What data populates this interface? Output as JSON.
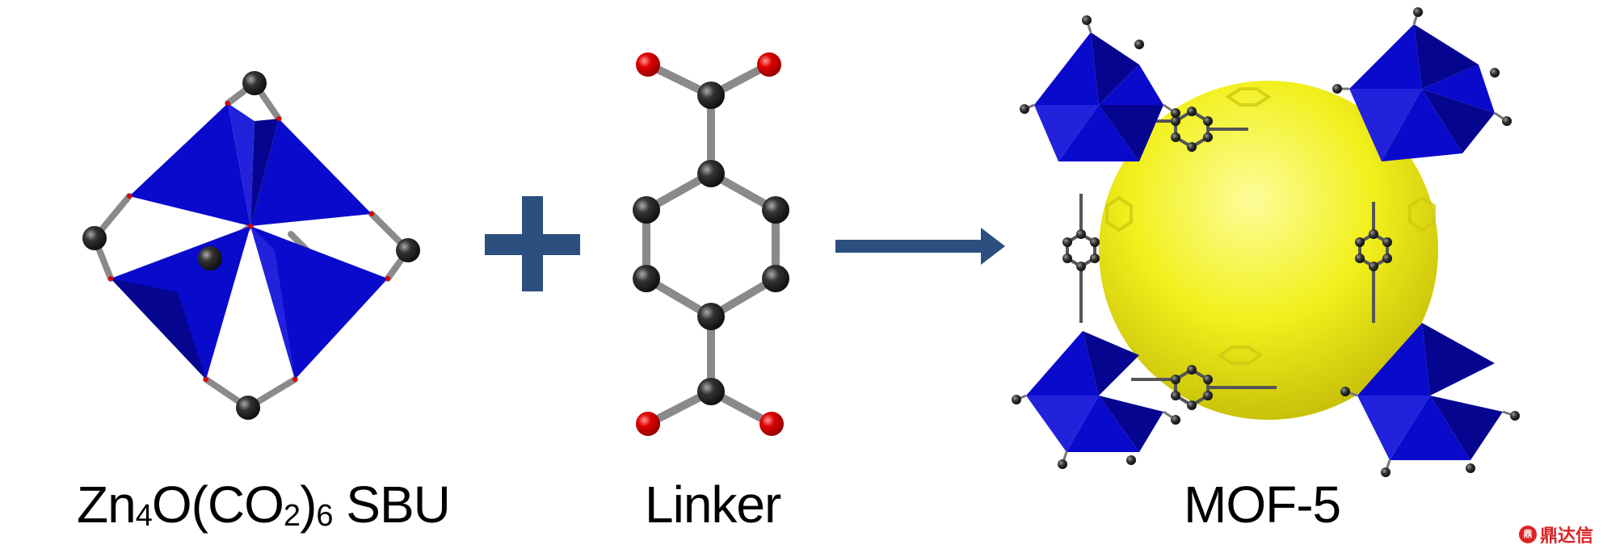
{
  "labels": {
    "sbu": {
      "main": "Zn",
      "sub1": "4",
      "mid": "O(CO",
      "sub2": "2",
      "close": ")",
      "sub3": "6",
      "tail": " SBU"
    },
    "linker": "Linker",
    "mof": "MOF-5"
  },
  "watermark": {
    "icon_text": "鼎",
    "text": "鼎达信"
  },
  "colors": {
    "tetrahedron": "#0a0acc",
    "tetrahedron_dark": "#050590",
    "carbon": "#333333",
    "oxygen": "#e00000",
    "bond": "#8a8a8a",
    "arrow": "#2b4f7e",
    "pore": "#f2f01c"
  },
  "icons": {
    "plus": "plus-sign",
    "arrow": "right-arrow",
    "watermark": "logo-icon"
  }
}
